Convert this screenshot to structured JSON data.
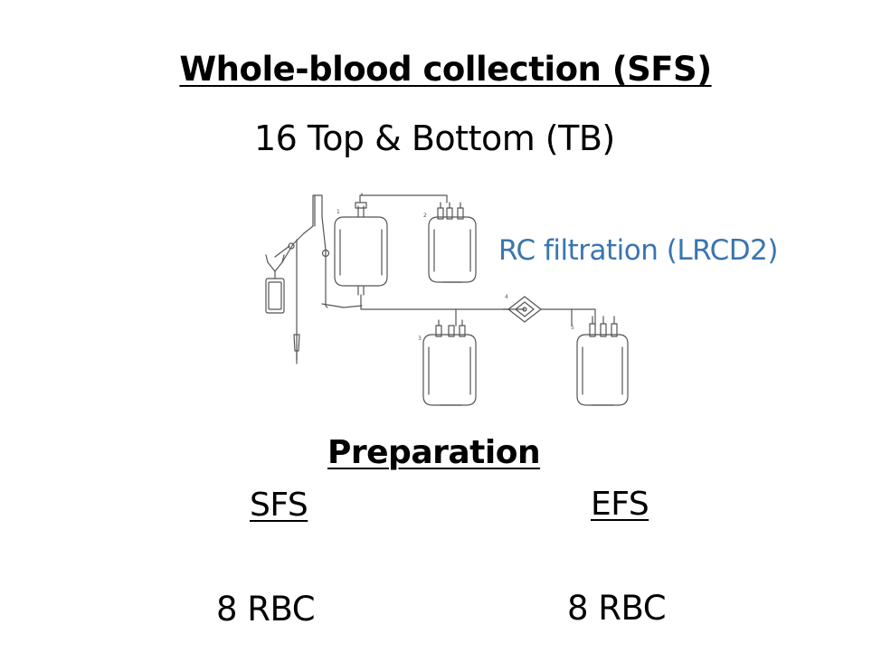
{
  "title": "Whole-blood collection (SFS)",
  "subtitle": "16 Top & Bottom (TB)",
  "filtration_label": "RC filtration (LRCD2)",
  "preparation_heading": "Preparation",
  "columns": [
    {
      "heading": "SFS",
      "value": "8 RBC"
    },
    {
      "heading": "EFS",
      "value": "8 RBC"
    }
  ],
  "diagram": {
    "bag_numbers": [
      "1",
      "2",
      "3",
      "4",
      "5"
    ]
  },
  "colors": {
    "text": "#000000",
    "accent": "#3a75b0",
    "line_art": "#555555"
  }
}
